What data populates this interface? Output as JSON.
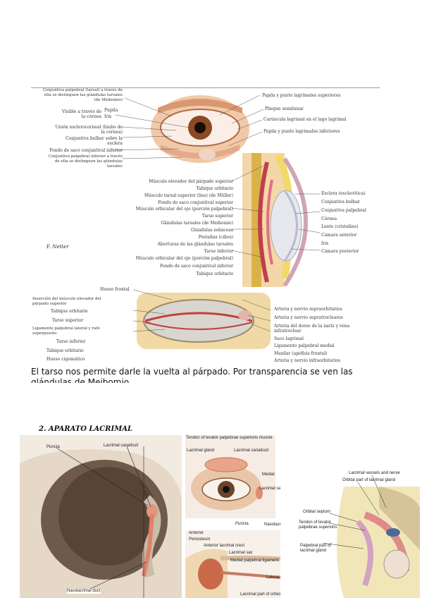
{
  "figure1": {
    "eye_labels_left": [
      "Conjuntiva palpebral (tarsal) a través de ella se distinguen las glándulas tarsales (de Meibomio)",
      "Visible a través de la córnea",
      "Pupila",
      "Iris",
      "Unión esclerocorneal (limbo de la córnea)",
      "Conjuntiva bulbar sobre la esclera",
      "Fondo de saco conjuntival inferior",
      "Conjuntiva palpebral inferior a través de ella se distinguen las glándulas tarsales"
    ],
    "eye_labels_right": [
      "Papila y punto lagrimales superiores",
      "Pliegue semilunar",
      "Carúncula lagrimal en el lago lagrimal",
      "Papila y punto lagrimales inferiores"
    ],
    "section_labels_left": [
      "Músculo elevador del párpado superior",
      "Tabique orbitario",
      "Músculo tarsal superior (liso) (de Müller)",
      "Fondo de saco conjuntival superior",
      "Músculo orbicular del ojo (porción palpebral)",
      "Tarso superior",
      "Glándulas tarsales (de Meibomio)",
      "Glándulas sebáceas",
      "Pestañas (cilios)",
      "Aberturas de las glándulas tarsales",
      "Tarso inferior",
      "Músculo orbicular del ojo (porción palpebral)",
      "Fondo de saco conjuntival inferior",
      "Tabique orbitario"
    ],
    "section_labels_right": [
      "Esclera (esclerótica)",
      "Conjuntiva bulbar",
      "Conjuntiva palpebral",
      "Córnea",
      "Lente (cristalino)",
      "Cámara anterior",
      "Iris",
      "Cámara posterior"
    ],
    "signature": "F. Netter",
    "orbit_labels_left": [
      "Hueso frontal",
      "Inserción del músculo elevador del párpado superior",
      "Tabique orbitario",
      "Tarso superior",
      "Ligamento palpebral lateral y rafe superpuesto",
      "Tarso inferior",
      "Tabique orbitario",
      "Hueso cigomático"
    ],
    "orbit_labels_right": [
      "Arteria y nervio supraorbitarios",
      "Arteria y nervio supratrocleares",
      "Arteria del dorso de la nariz y vena infratroclear",
      "Saco lagrimal",
      "Ligamento palpebral medial",
      "Maxilar (apófisis frontal)",
      "Arteria y nervio infraorbitarios"
    ]
  },
  "caption": "El tarso nos permite darle la vuelta al párpado. Por transparencia se ven las glándulas de Meibomio.",
  "section2": {
    "title": "2. APARATO LACRIMAL",
    "skull_labels": [
      "Puncta",
      "Lacrimal canaliculi",
      "Nasolacrimal duct"
    ],
    "eye_labels": [
      "Tendon of levator palpebrae superioris muscle",
      "Lacrimal gland",
      "Lacrimal canaliculi",
      "Medial",
      "Lacrimal sac",
      "Puncta",
      "Nasolacrimal duct"
    ],
    "detail_labels": [
      "Anterior",
      "Periosteum",
      "Anterior lacrimal crest",
      "Lacrimal sac",
      "Medial palpebral ligament",
      "Lateral",
      "Lacrimal part of orbicularis oculi"
    ],
    "section_labels": [
      "Lacrimal vessels and nerve",
      "Orbital part of lacrimal gland",
      "Orbital septum",
      "Tendon of levator palpebrae superioris",
      "Palpebral part of lacrimal gland"
    ]
  }
}
